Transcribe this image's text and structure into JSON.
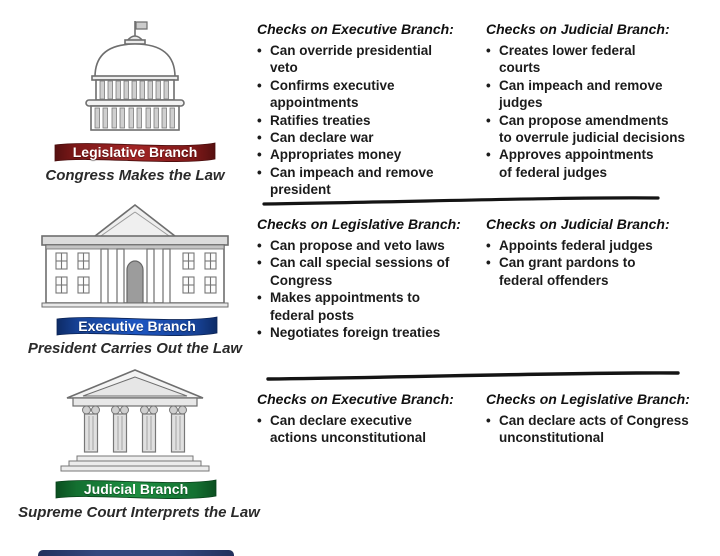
{
  "glyphs": {
    "bullet": "•"
  },
  "branches": [
    {
      "name": "Legislative Branch",
      "caption": "Congress Makes the Law",
      "banner_color": "#a22525",
      "building": "us-capitol"
    },
    {
      "name": "Executive Branch",
      "caption": "President Carries Out the Law",
      "banner_color": "#1d56c2",
      "building": "white-house"
    },
    {
      "name": "Judicial Branch",
      "caption": "Supreme Court Interprets the Law",
      "banner_color": "#1d8f41",
      "building": "supreme-court"
    }
  ],
  "sections": [
    {
      "left": {
        "heading": "Checks on Executive Branch:",
        "items": [
          "Can override presidential\nveto",
          "Confirms executive\nappointments",
          "Ratifies treaties",
          "Can declare war",
          "Appropriates money",
          "Can impeach and remove\npresident"
        ]
      },
      "right": {
        "heading": "Checks on Judicial Branch:",
        "items": [
          "Creates lower federal\ncourts",
          "Can impeach and remove\njudges",
          "Can propose amendments\nto overrule judicial decisions",
          "Approves appointments\nof federal judges"
        ]
      }
    },
    {
      "left": {
        "heading": "Checks on Legislative Branch:",
        "items": [
          "Can propose and veto laws",
          "Can call special sessions of\nCongress",
          "Makes appointments to\nfederal posts",
          "Negotiates foreign treaties"
        ]
      },
      "right": {
        "heading": "Checks on Judicial Branch:",
        "items": [
          "Appoints federal judges",
          "Can grant pardons to\nfederal offenders"
        ]
      }
    },
    {
      "left": {
        "heading": "Checks on Executive Branch:",
        "items": [
          "Can declare executive\nactions unconstitutional"
        ]
      },
      "right": {
        "heading": "Checks on Legislative Branch:",
        "items": [
          "Can declare acts of Congress\nunconstitutional"
        ]
      }
    }
  ]
}
